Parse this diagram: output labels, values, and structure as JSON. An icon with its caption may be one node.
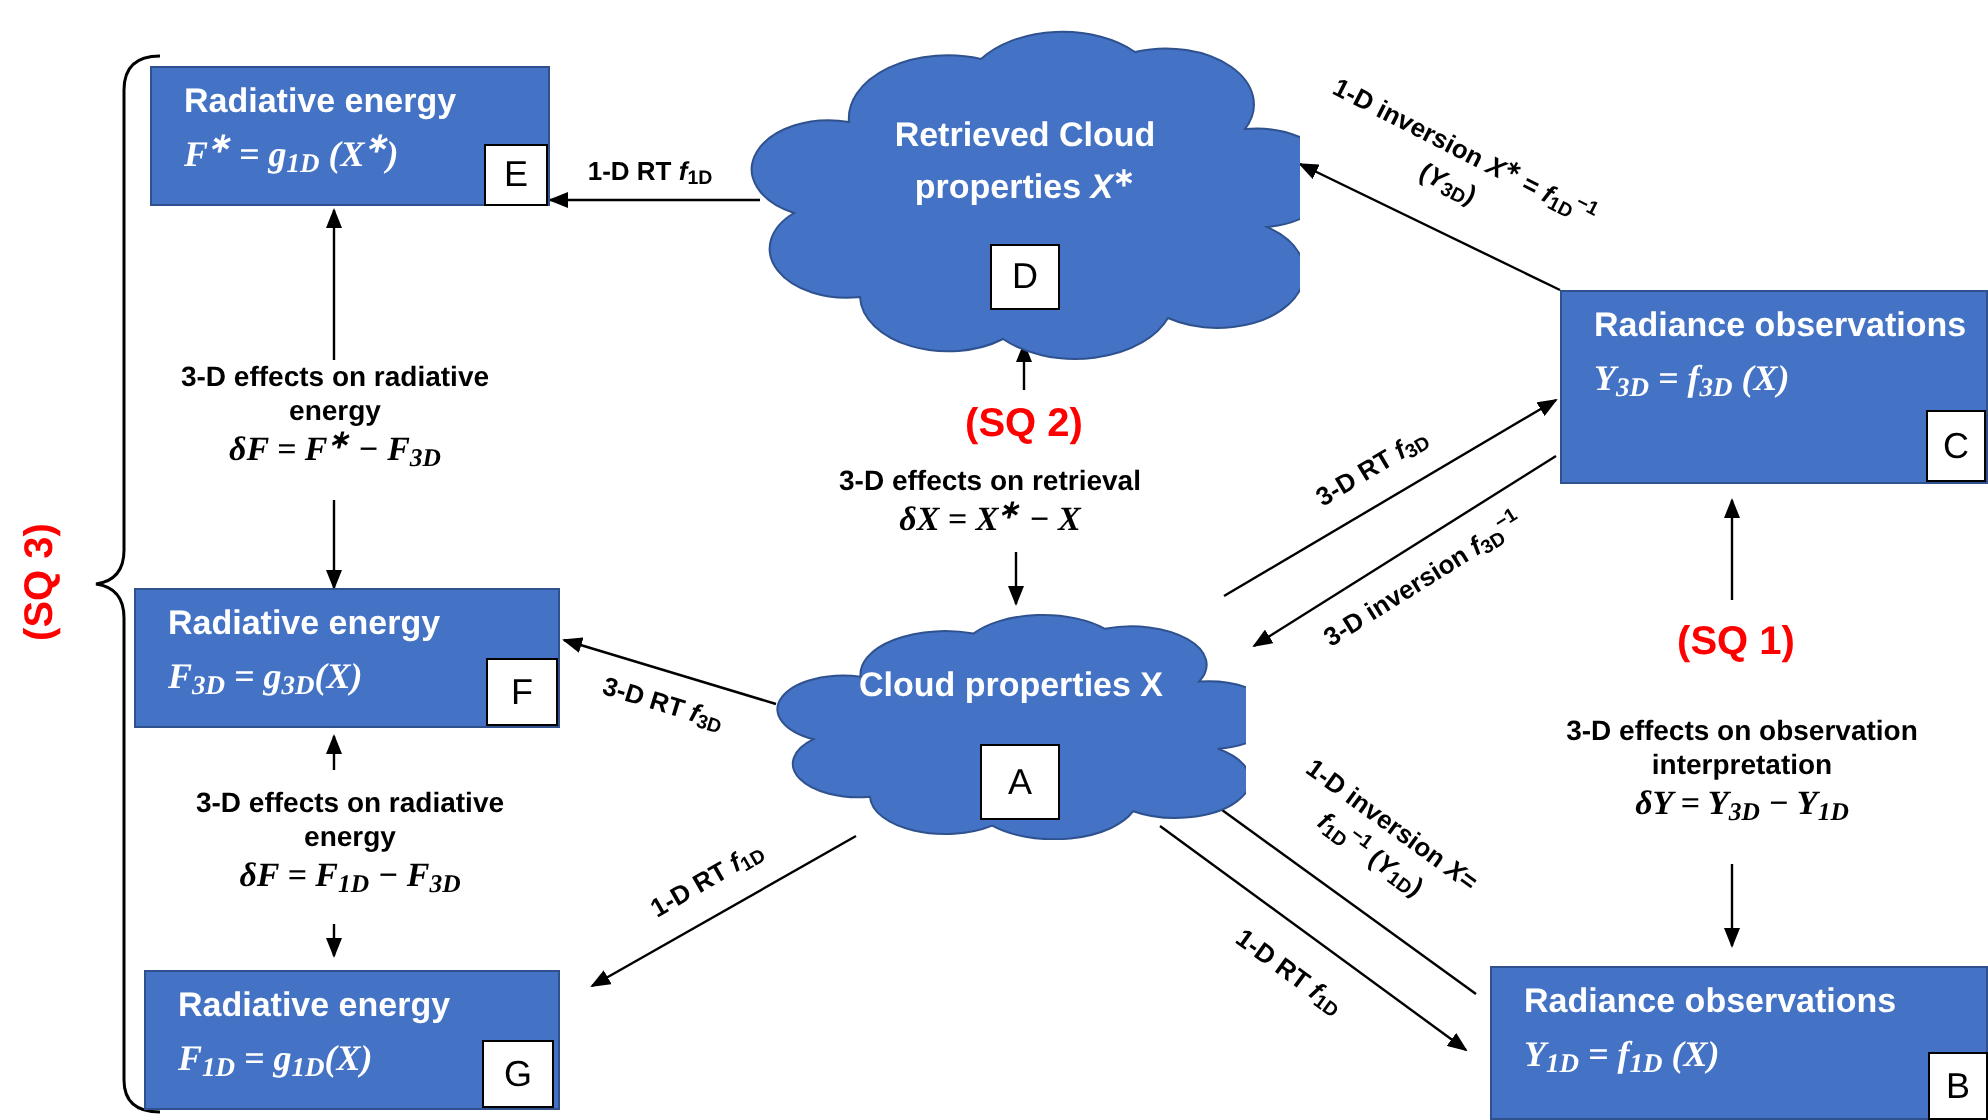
{
  "diagram": {
    "nodes": [
      {
        "text": [
          "Radiative energy",
          "F$^{∗}$ = g$_{1D}$ (X$^{∗}$)"
        ]
      },
      {
        "text": [
          "E"
        ],
        "in": 0
      },
      {
        "text": [
          "Retrieved Cloud properties *X*$^{∗}$"
        ]
      },
      {
        "text": [
          "D"
        ],
        "in": 2
      },
      {
        "text": [
          "Radiance observations",
          "Y$_{3D}$ = f$_{3D}$ (X)"
        ]
      },
      {
        "text": [
          "C"
        ],
        "in": 4
      },
      {
        "text": [
          "3-D effects on radiative energy",
          "δF = F$^{∗}$ − F$_{3D}$"
        ]
      },
      {
        "text": [
          "(SQ 2)"
        ]
      },
      {
        "text": [
          "3-D effects on retrieval",
          "δX = X$^{∗}$ − X"
        ]
      },
      {
        "text": [
          "Radiative energy",
          "F$_{3D}$ = g$_{3D}$(X)"
        ]
      },
      {
        "text": [
          "F"
        ],
        "in": 9
      },
      {
        "text": [
          "Cloud properties X"
        ]
      },
      {
        "text": [
          "A"
        ],
        "in": 11
      },
      {
        "text": [
          "(SQ 1)"
        ]
      },
      {
        "text": [
          "3-D effects on observation interpretation",
          "δY = Y$_{3D}$ − Y$_{1D}$"
        ]
      },
      {
        "text": [
          "3-D effects on radiative energy",
          "δF = F$_{1D}$ − F$_{3D}$"
        ]
      },
      {
        "text": [
          "Radiative energy",
          "F$_{1D}$ = g$_{1D}$(X)"
        ]
      },
      {
        "text": [
          "G"
        ],
        "in": 16
      },
      {
        "text": [
          "Radiance observations",
          "Y$_{1D}$ = f$_{1D}$ (X)"
        ]
      },
      {
        "text": [
          "B"
        ],
        "in": 18
      }
    ],
    "edges": [
      {
        "from": 2,
        "to": 0,
        "arrow": "to",
        "label": "1-D RT *f*$_{1D}$"
      },
      {
        "from": 4,
        "to": 2,
        "arrow": "to",
        "label": "1-D inversion *X*$^{∗}$ = *f*$_{1D}$$^{−1}$ (*Y*$_{3D}$)"
      },
      {
        "from": 6,
        "to": 0,
        "arrow": "to"
      },
      {
        "from": 6,
        "to": 9,
        "arrow": "to"
      },
      {
        "from": 7,
        "to": 2,
        "arrow": "to"
      },
      {
        "from": 8,
        "to": 11,
        "arrow": "to"
      },
      {
        "from": 11,
        "to": 4,
        "arrow": "to",
        "label": "3-D RT *f*$_{3D}$"
      },
      {
        "from": 4,
        "to": 11,
        "arrow": "to",
        "label": "3-D inversion *f*$_{3D}$$^{−1}$"
      },
      {
        "from": 13,
        "to": 4,
        "arrow": "to"
      },
      {
        "from": 14,
        "to": 18,
        "arrow": "to"
      },
      {
        "from": 11,
        "to": 9,
        "arrow": "to",
        "label": "3-D RT *f*$_{3D}$"
      },
      {
        "from": 15,
        "to": 9,
        "arrow": "to"
      },
      {
        "from": 15,
        "to": 16,
        "arrow": "to"
      },
      {
        "from": 11,
        "to": 16,
        "arrow": "to",
        "label": "1-D RT *f*$_{1D}$"
      },
      {
        "from": 18,
        "to": 11,
        "arrow": "to",
        "label": "1-D inversion *X*= *f*$_{1D}$$^{−1}$ (*Y*$_{1D}$)"
      },
      {
        "from": 11,
        "to": 18,
        "arrow": "to",
        "label": "1-D RT *f*$_{1D}$"
      }
    ],
    "labels": [
      "(SQ 3)"
    ]
  }
}
